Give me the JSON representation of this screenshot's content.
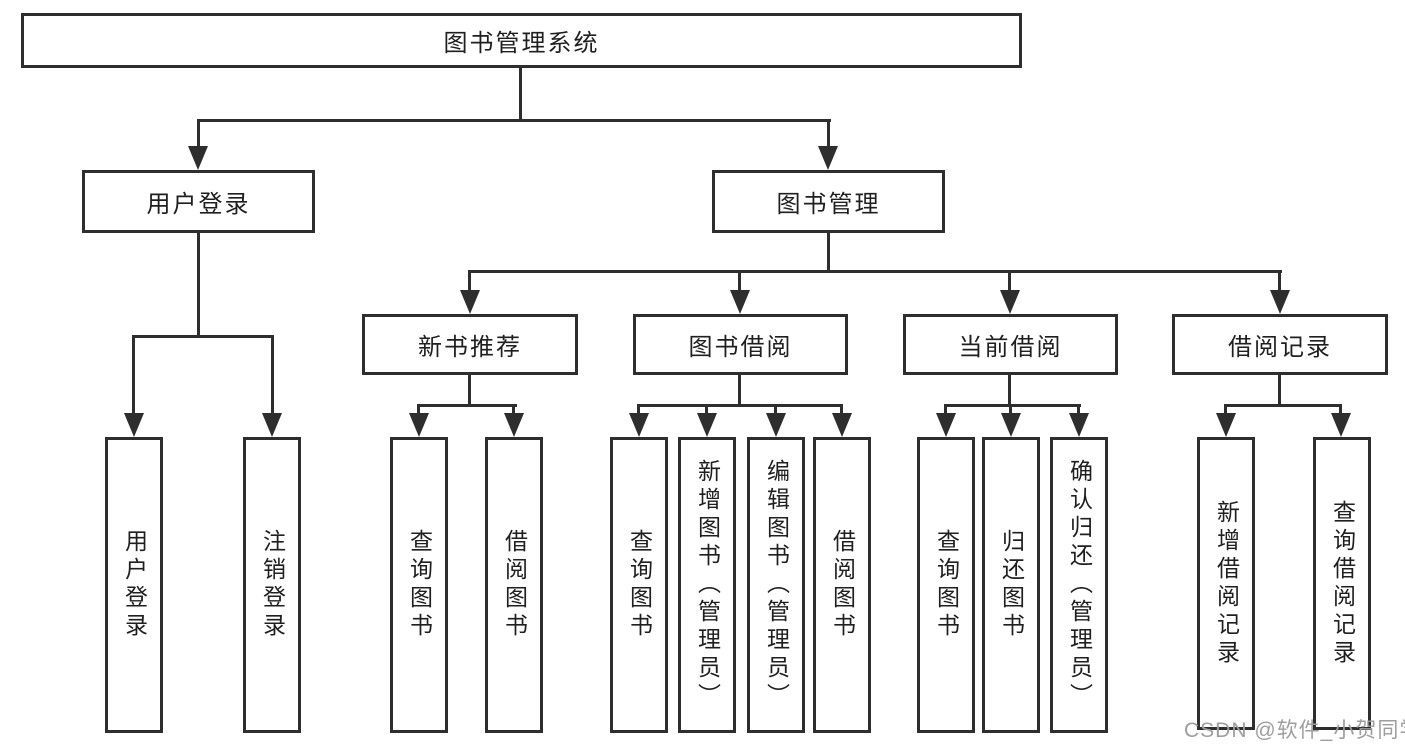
{
  "diagram": {
    "type": "hierarchy-tree",
    "root": {
      "label": "图书管理系统"
    },
    "branches": [
      {
        "label": "用户登录",
        "children": [
          {
            "label": "用户登录"
          },
          {
            "label": "注销登录"
          }
        ]
      },
      {
        "label": "图书管理",
        "children": [
          {
            "label": "新书推荐",
            "children": [
              {
                "label": "查询图书"
              },
              {
                "label": "借阅图书"
              }
            ]
          },
          {
            "label": "图书借阅",
            "children": [
              {
                "label": "查询图书"
              },
              {
                "label": "新增图书（管理员）"
              },
              {
                "label": "编辑图书（管理员）"
              },
              {
                "label": "借阅图书"
              }
            ]
          },
          {
            "label": "当前借阅",
            "children": [
              {
                "label": "查询图书"
              },
              {
                "label": "归还图书"
              },
              {
                "label": "确认归还（管理员）"
              }
            ]
          },
          {
            "label": "借阅记录",
            "children": [
              {
                "label": "新增借阅记录"
              },
              {
                "label": "查询借阅记录"
              }
            ]
          }
        ]
      }
    ]
  },
  "watermark": {
    "text": "CSDN @软件_小贺同学"
  },
  "colors": {
    "line": "#2e2e2e",
    "text": "#1f1f1f",
    "background": "#ffffff",
    "watermark": "#9e9e9e"
  }
}
